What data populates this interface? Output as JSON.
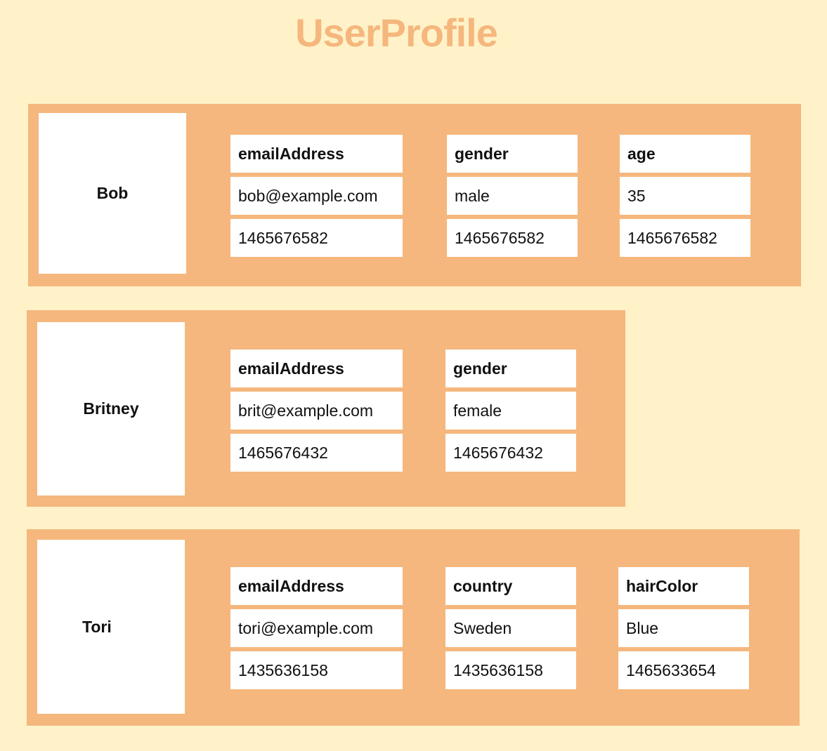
{
  "title": "UserProfile",
  "rows": [
    {
      "name": "Bob",
      "columns": [
        {
          "header": "emailAddress",
          "value": "bob@example.com",
          "timestamp": "1465676582"
        },
        {
          "header": "gender",
          "value": "male",
          "timestamp": "1465676582"
        },
        {
          "header": "age",
          "value": "35",
          "timestamp": "1465676582"
        }
      ]
    },
    {
      "name": "Britney",
      "columns": [
        {
          "header": "emailAddress",
          "value": "brit@example.com",
          "timestamp": "1465676432"
        },
        {
          "header": "gender",
          "value": "female",
          "timestamp": "1465676432"
        }
      ]
    },
    {
      "name": "Tori",
      "columns": [
        {
          "header": "emailAddress",
          "value": "tori@example.com",
          "timestamp": "1435636158"
        },
        {
          "header": "country",
          "value": "Sweden",
          "timestamp": "1435636158"
        },
        {
          "header": "hairColor",
          "value": "Blue",
          "timestamp": "1465633654"
        }
      ]
    }
  ],
  "colors": {
    "background": "#FFF2C8",
    "accent": "#F5B77D",
    "cell": "#FFFFFF"
  }
}
